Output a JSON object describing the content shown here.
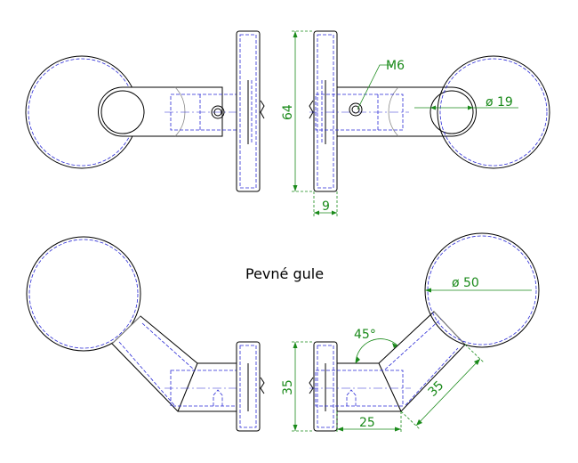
{
  "caption": "Pevné gule",
  "dimensions": {
    "thread": "M6",
    "ball_hole_diameter": "ø 19",
    "plate_height_top": "64",
    "plate_thickness": "9",
    "ball_diameter": "ø 50",
    "angle": "45°",
    "arm_length": "35",
    "plate_height_bottom": "35",
    "stem_length": "25"
  },
  "colors": {
    "outline": "#000000",
    "hidden_lines": "#2a2ad6",
    "dimensions": "#1a8a1a"
  }
}
